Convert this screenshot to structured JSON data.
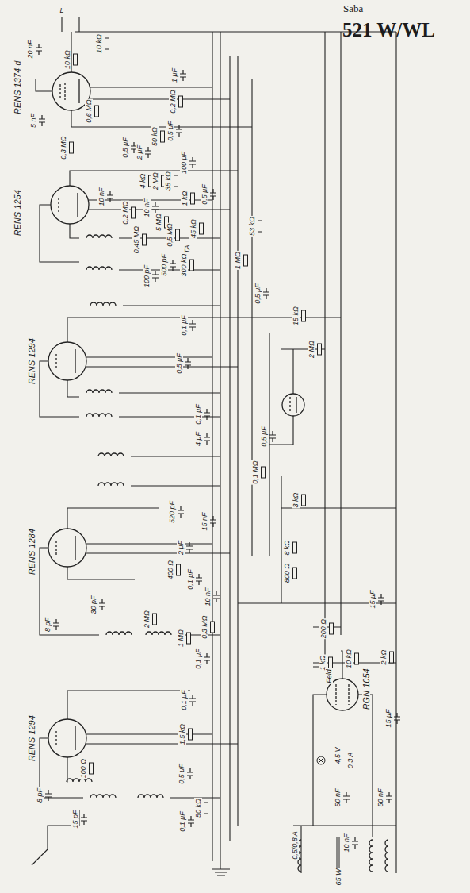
{
  "diagram": {
    "title": "521 W/WL",
    "labels": [
      "Saba",
      "L",
      "20 nF",
      "10 kΩ",
      "10 kΩ",
      "1 μF",
      "RENS 1374 d",
      "0,6 MΩ",
      "0,2 MΩ",
      "5 nF",
      "0,3 MΩ",
      "50 kΩ",
      "0,5 μF",
      "0,5 μF",
      "2 μF",
      "RENS 1254",
      "100 μF",
      "10 nF",
      "4 kΩ",
      "2 MΩ",
      "35 kΩ",
      "1 kΩ",
      "0,5 μF",
      "0,2 MΩ",
      "10 nF",
      "5 MΩ",
      "0,5 MΩ",
      "45 kΩ",
      "TA",
      "0,45 MΩ",
      "53 kΩ",
      "500 pF",
      "300 kΩ",
      "100 pF",
      "1 MΩ",
      "0,5 μF",
      "15 kΩ",
      "0,1 μF",
      "RENS 1294",
      "0,5 μF",
      "2 MΩ",
      "0,1 μF",
      "4 μF",
      "0,5 μF",
      "0,1 MΩ",
      "520 pF",
      "15 nF",
      "3 kΩ",
      "8 kΩ",
      "800 Ω",
      "RENS 1284",
      "2 μF",
      "400 Ω",
      "0,1 μF",
      "30 pF",
      "10 nF",
      "15 μF",
      "2 MΩ",
      "8 pF",
      "0,3 MΩ",
      "1 MΩ",
      "200 Ω",
      "1 kΩ",
      "0,1 μF",
      "Feld",
      "10 kΩ",
      "2 kΩ",
      "RGN 1054",
      "15 μF",
      "RENS 1294",
      "0,1 μF",
      "1,5 kΩ",
      "4,5 V",
      "0,3 A",
      "0,5 μF",
      "100 Ω",
      "8 pF",
      "50 nF",
      "50 nF",
      "50 kΩ",
      "15 pF",
      "0,1 μF",
      "10 nF",
      "0,5/0,8 A",
      "65 W"
    ]
  }
}
